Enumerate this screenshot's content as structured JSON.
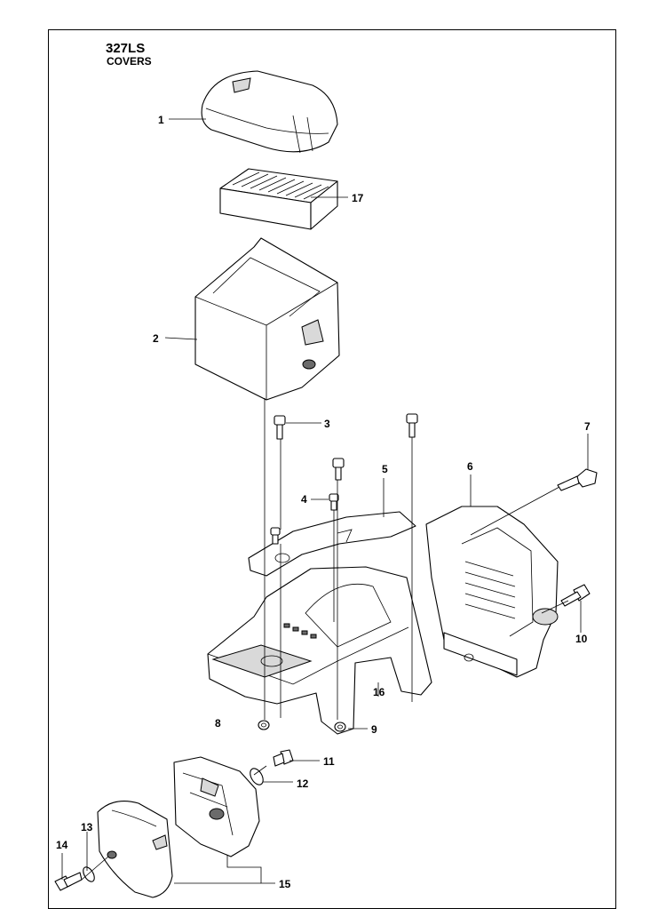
{
  "header": {
    "model": "327LS",
    "section": "COVERS"
  },
  "callouts": [
    "1",
    "2",
    "3",
    "4",
    "5",
    "6",
    "7",
    "8",
    "9",
    "10",
    "11",
    "12",
    "13",
    "14",
    "15",
    "16",
    "17"
  ],
  "colors": {
    "line": "#000000",
    "shade": "#d9d9d9",
    "dark": "#6b6b6b",
    "background": "#ffffff"
  }
}
